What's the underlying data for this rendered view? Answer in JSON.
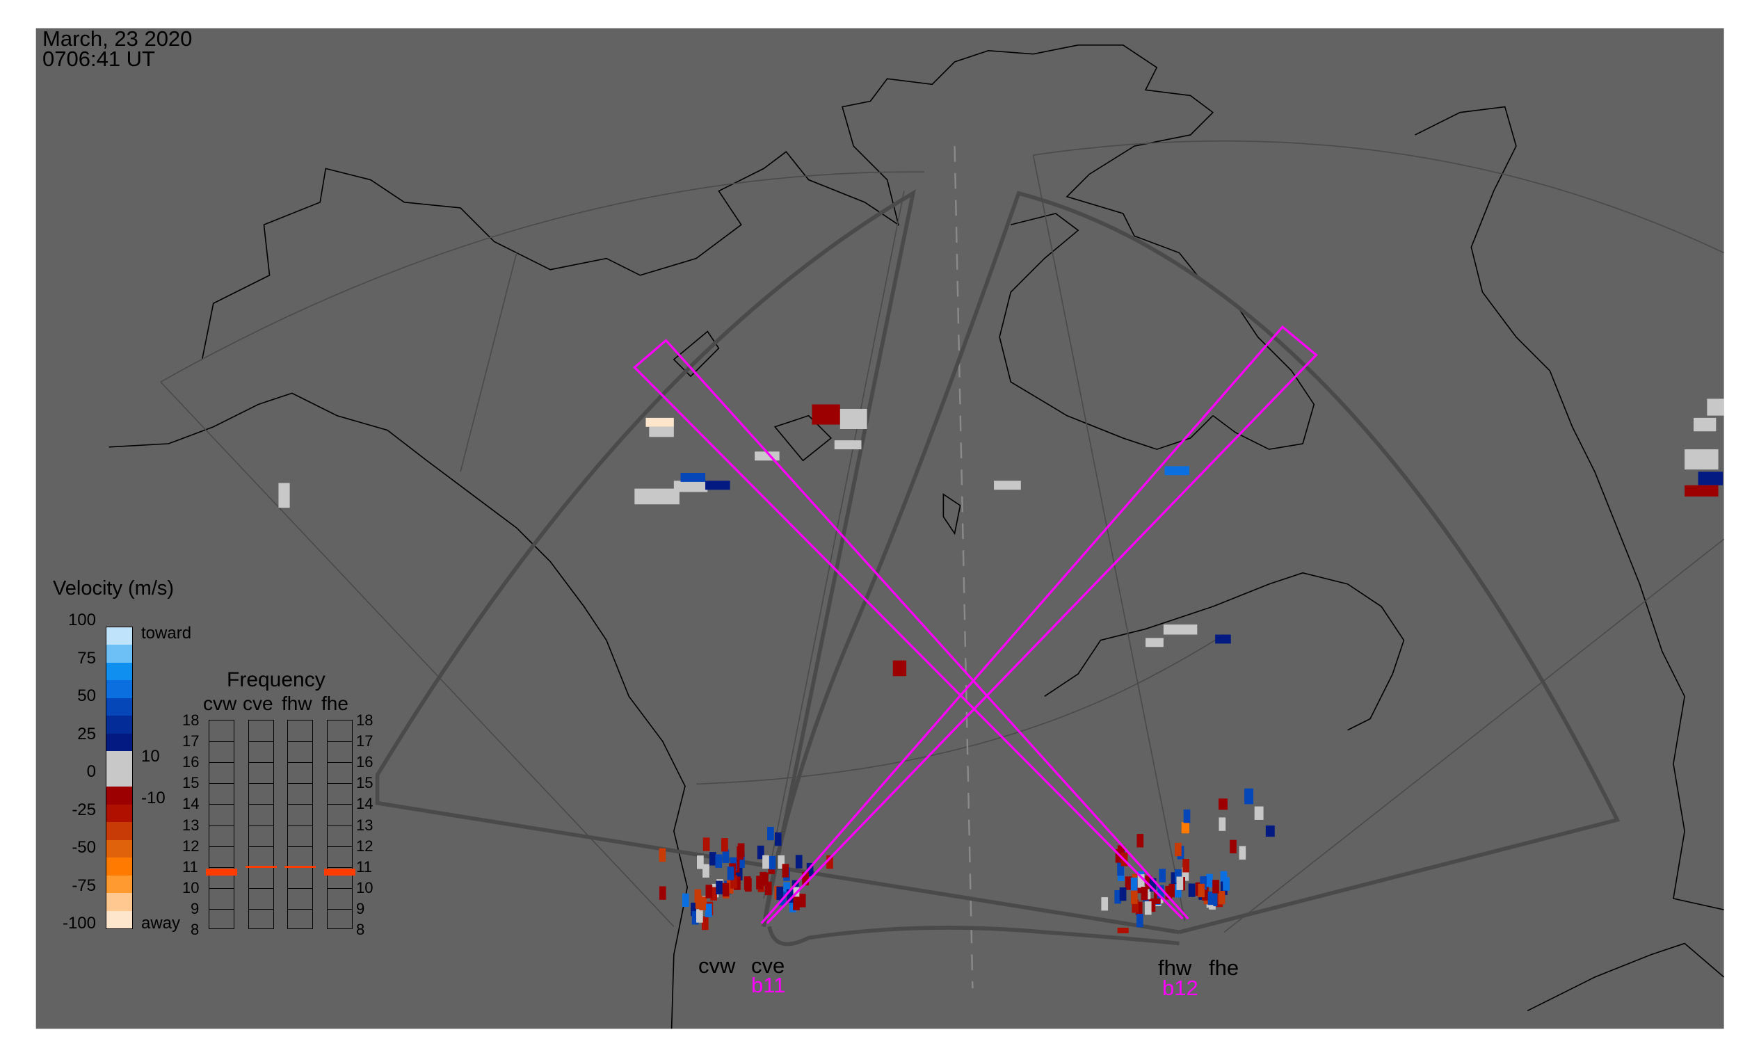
{
  "header": {
    "date": "March, 23 2020",
    "time": "0706:41 UT"
  },
  "legend": {
    "title": "Velocity (m/s)",
    "ticks": [
      "100",
      "75",
      "50",
      "25",
      "0",
      "-25",
      "-50",
      "-75",
      "-100"
    ],
    "label_toward": "toward",
    "label_away": "away",
    "label_pos_threshold": "10",
    "label_neg_threshold": "-10",
    "colors": [
      "#bfe3fb",
      "#6cc0f6",
      "#0f8ff0",
      "#0b6fe0",
      "#0546b8",
      "#032c99",
      "#021a82",
      "#c8c8c8",
      "#c8c8c8",
      "#9c0000",
      "#b01000",
      "#c83a06",
      "#e0620a",
      "#ff7a00",
      "#ff9a30",
      "#ffc890",
      "#fde6cc"
    ]
  },
  "frequency": {
    "title": "Frequency",
    "radars": [
      "cvw",
      "cve",
      "fhw",
      "fhe"
    ],
    "ticks": [
      "18",
      "17",
      "16",
      "15",
      "14",
      "13",
      "12",
      "11",
      "10",
      "9",
      "8"
    ],
    "range_mhz": [
      8,
      18
    ],
    "values_mhz": [
      10.75,
      11.0,
      11.0,
      10.75
    ],
    "marker_color": "#ff3c00"
  },
  "radars": {
    "site1": {
      "west": "cvw",
      "east": "cve",
      "beam": "b11"
    },
    "site2": {
      "west": "fhw",
      "east": "fhe",
      "beam": "b12"
    }
  },
  "colors": {
    "background": "#636363",
    "beam": "#ff00ff",
    "fan": "#4a4a4a",
    "coast": "#000000"
  }
}
